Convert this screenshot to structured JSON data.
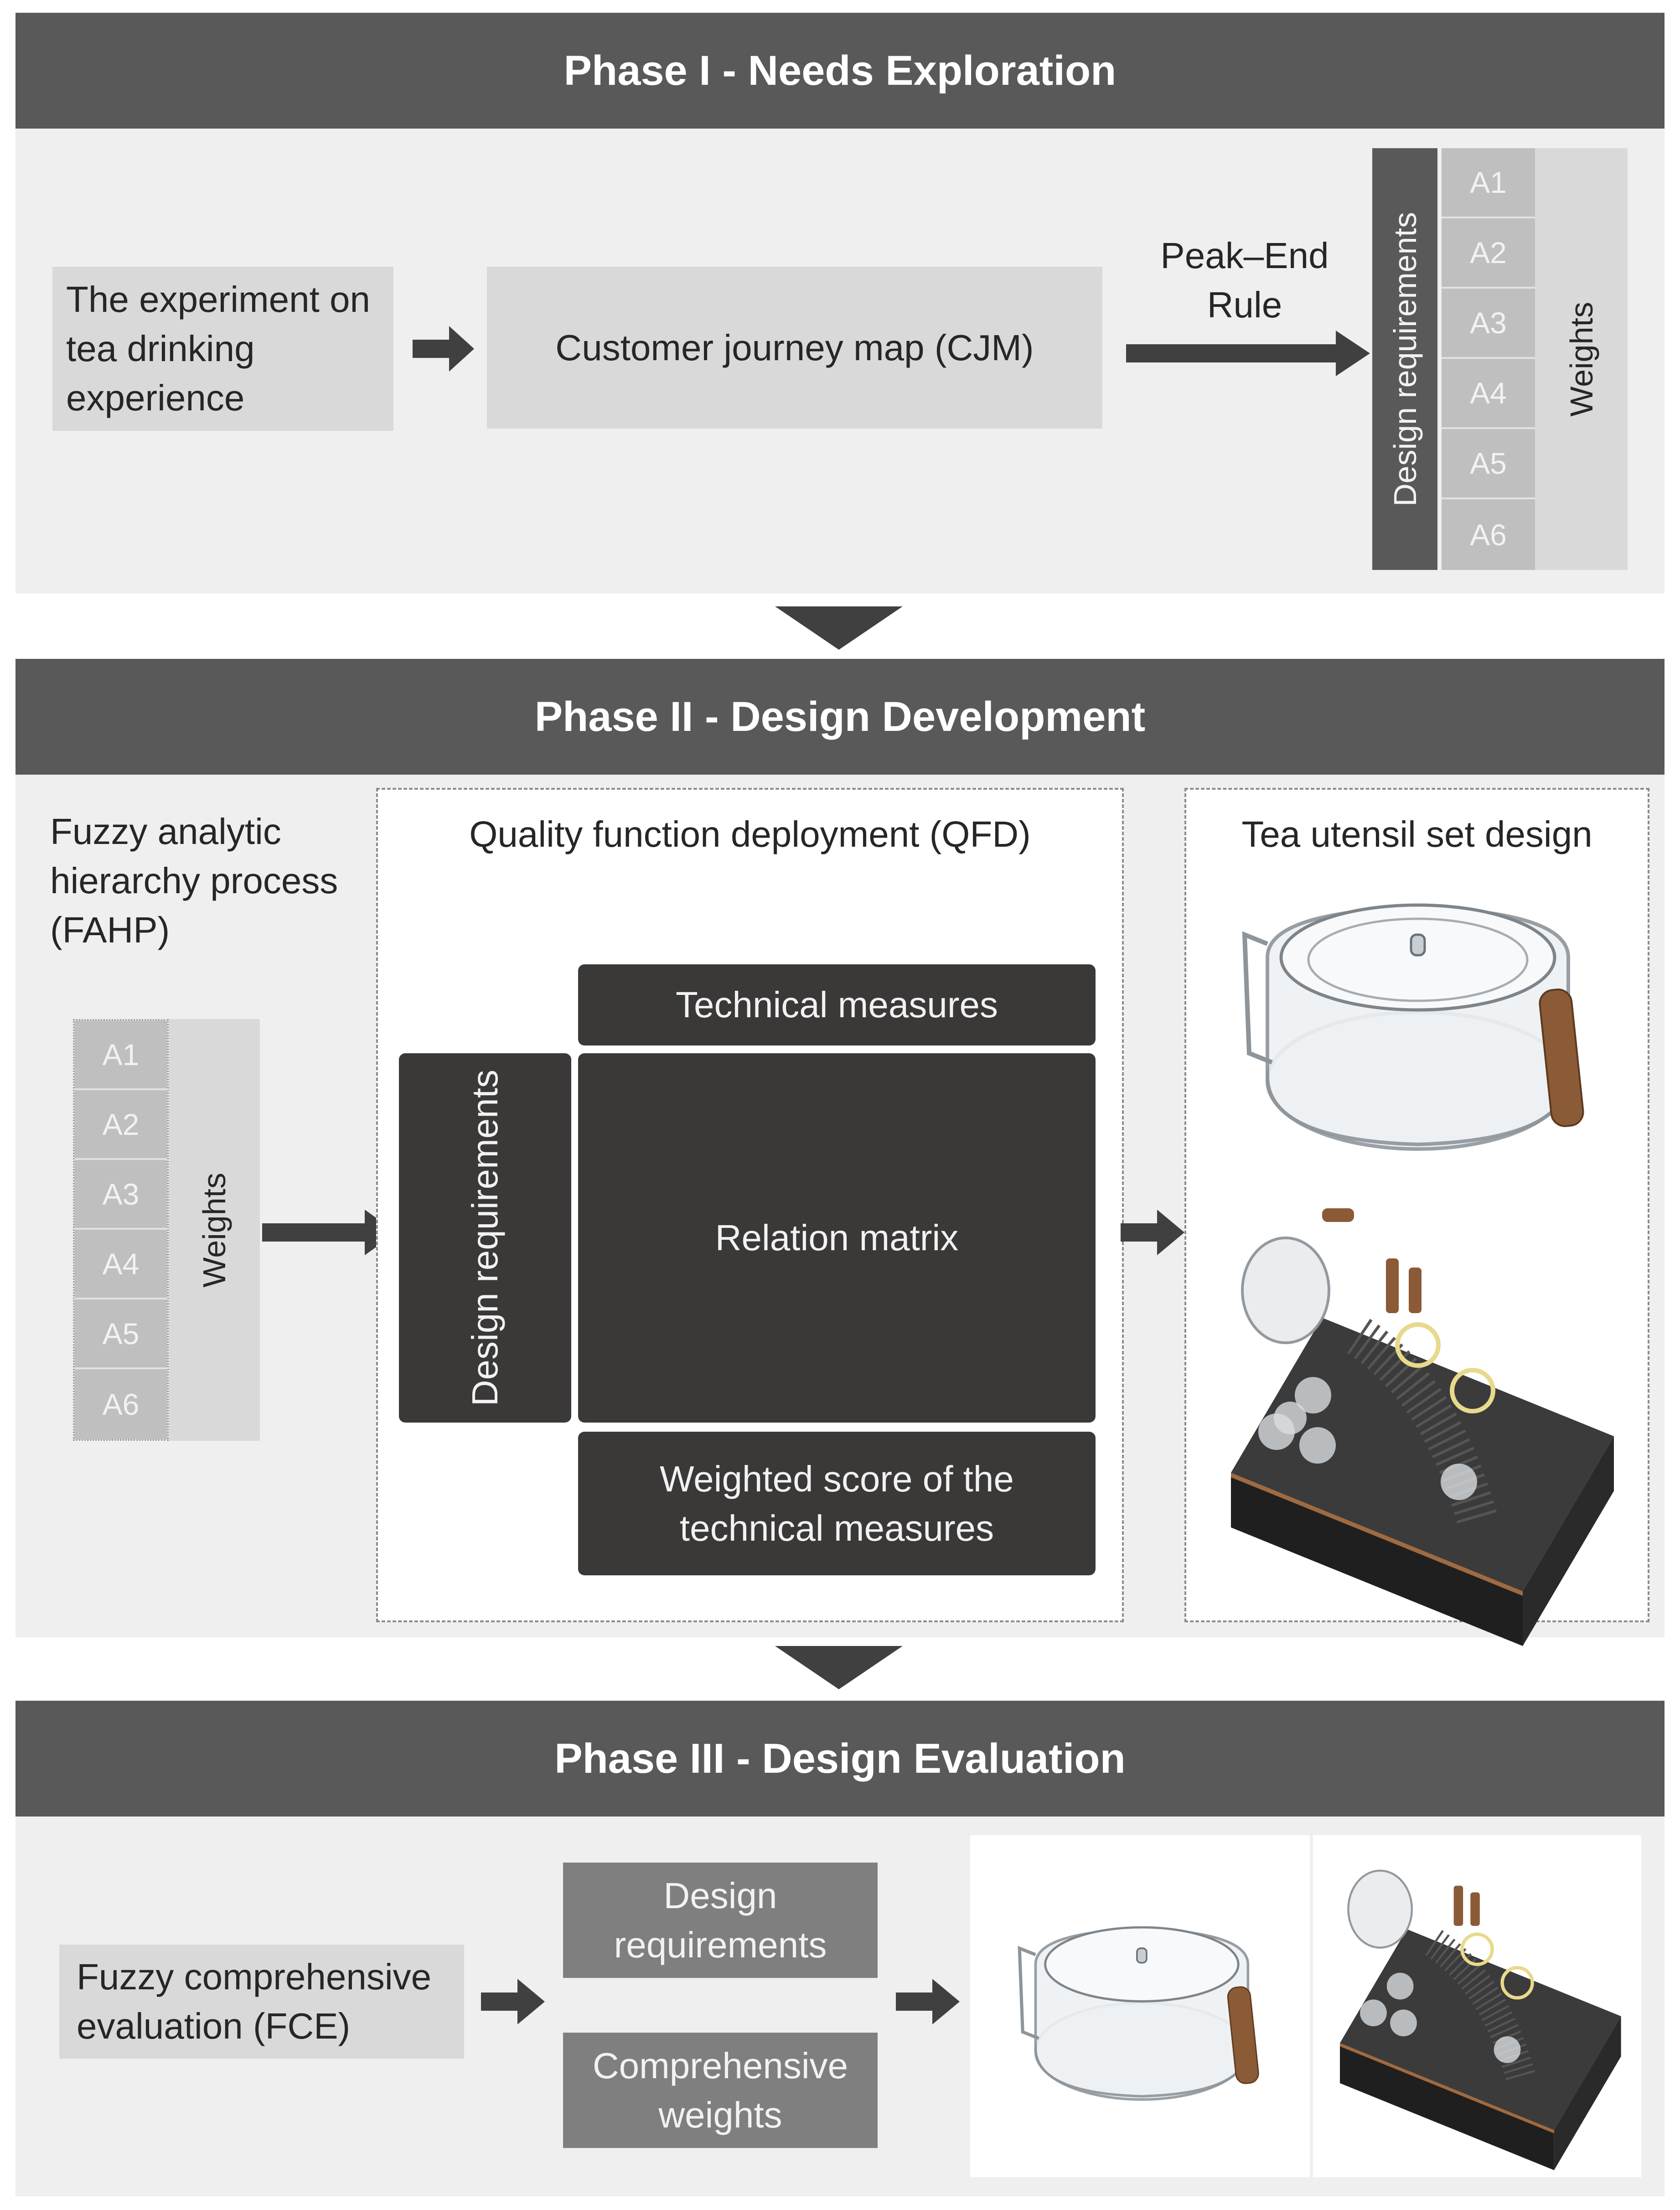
{
  "phase1": {
    "title": "Phase I - Needs Exploration",
    "experiment_box": "The experiment on tea drinking experience",
    "cjm_box": "Customer journey map (CJM)",
    "arrow_label": "Peak–End Rule",
    "req_label": "Design requirements",
    "items": [
      "A1",
      "A2",
      "A3",
      "A4",
      "A5",
      "A6"
    ],
    "weights_label": "Weights"
  },
  "phase2": {
    "title": "Phase II - Design Development",
    "fahp_label": "Fuzzy analytic hierarchy process (FAHP)",
    "items": [
      "A1",
      "A2",
      "A3",
      "A4",
      "A5",
      "A6"
    ],
    "weights_label": "Weights",
    "qfd_title": "Quality function deployment (QFD)",
    "technical_measures": "Technical measures",
    "design_requirements": "Design requirements",
    "relation_matrix": "Relation matrix",
    "weighted_score": "Weighted score of the technical measures",
    "tea_set_title": "Tea utensil set design"
  },
  "phase3": {
    "title": "Phase III - Design Evaluation",
    "fce_box": "Fuzzy comprehensive evaluation (FCE)",
    "design_req_box": "Design requirements",
    "comp_weights_box": "Comprehensive weights"
  },
  "colors": {
    "header": "#595959",
    "panel": "#efefef",
    "light_box": "#d9d9d9",
    "cell": "#bfbfbf",
    "dark_box": "#3b3838",
    "mid_box": "#7f7f7f",
    "arrow": "#404040"
  }
}
